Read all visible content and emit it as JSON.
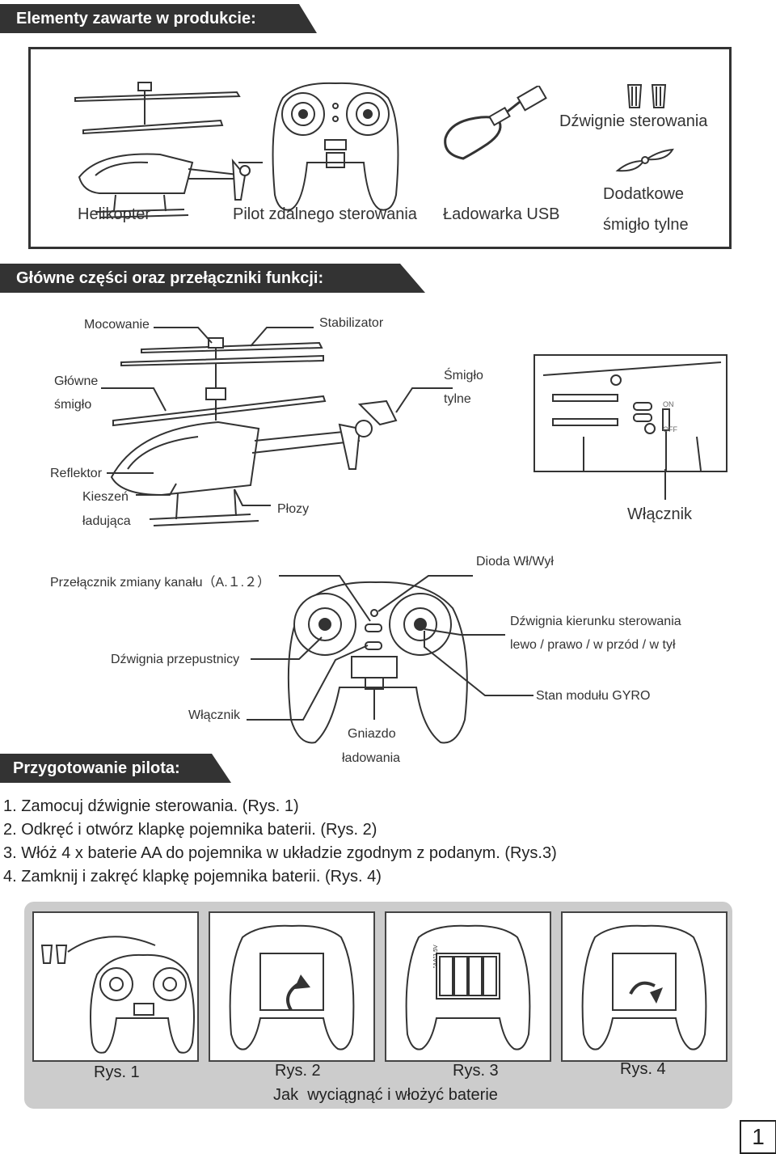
{
  "section1": {
    "title": "Elementy zawarte w produkcie:",
    "items": {
      "helicopter": "Helikopter",
      "remote": "Pilot zdalnego sterowania",
      "charger": "Ładowarka USB",
      "sticks": "Dźwignie sterowania",
      "spare_rotor_line1": "Dodatkowe",
      "spare_rotor_line2": "śmigło tylne"
    }
  },
  "section2": {
    "title": "Główne części oraz przełączniki funkcji:",
    "heli_labels": {
      "mount": "Mocowanie",
      "stabilizer": "Stabilizator",
      "main_rotor_line1": "Główne",
      "main_rotor_line2": "śmigło",
      "tail_rotor_line1": "Śmigło",
      "tail_rotor_line2": "tylne",
      "reflector": "Reflektor",
      "charge_pocket_line1": "Kieszeń",
      "charge_pocket_line2": "ładująca",
      "skids": "Płozy",
      "power_switch": "Włącznik"
    },
    "switch_text": {
      "on": "ON",
      "off": "OFF"
    },
    "remote_labels": {
      "channel_switch": "Przełącznik zmiany kanału（A.１.２）",
      "led": "Dioda Wł/Wył",
      "throttle": "Dźwignia przepustnicy",
      "direction_line1": "Dźwignia kierunku sterowania",
      "direction_line2": "lewo / prawo / w przód / w tył",
      "gyro": "Stan modułu GYRO",
      "power": "Włącznik",
      "charge_port_line1": "Gniazdo",
      "charge_port_line2": "ładowania"
    }
  },
  "section3": {
    "title": "Przygotowanie pilota:",
    "steps": [
      "1. Zamocuj dźwignie sterowania. (Rys. 1)",
      "2. Odkręć i otwórz klapkę pojemnika baterii. (Rys. 2)",
      "3. Włóż 4 x baterie AA do pojemnika w układzie zgodnym z podanym. (Rys.3)",
      "4. Zamknij i zakręć klapkę pojemnika baterii. (Rys. 4)"
    ],
    "figures": [
      "Rys. 1",
      "Rys. 2",
      "Rys. 3",
      "Rys. 4"
    ],
    "battery_label": "\"AA\"1.5V",
    "caption": "Jak  wyciągnąć i włożyć baterie"
  },
  "page_number": "1"
}
